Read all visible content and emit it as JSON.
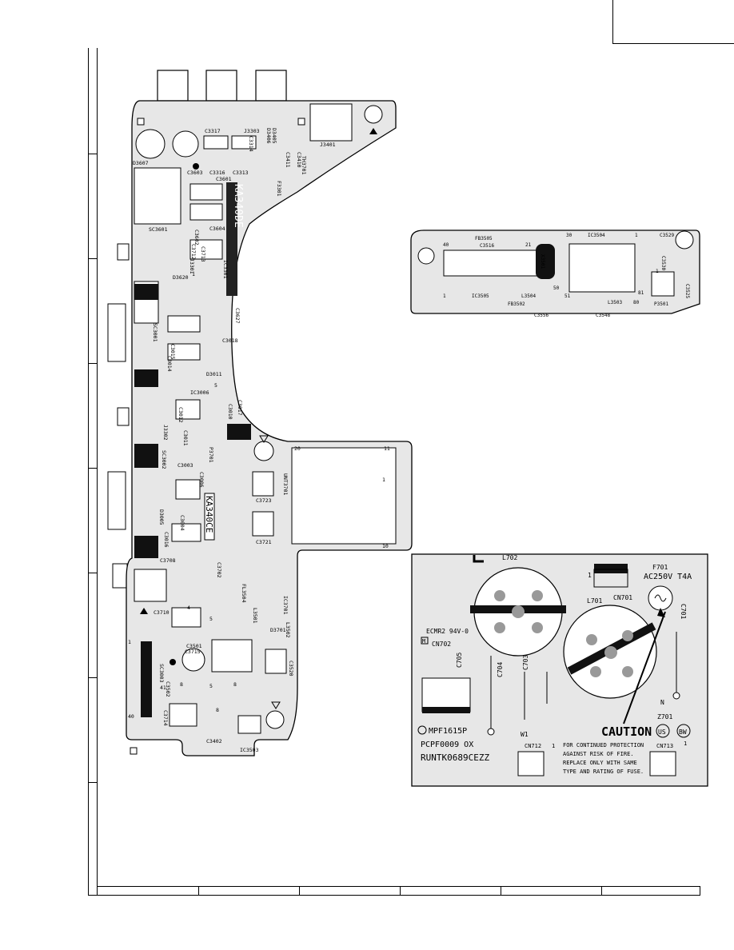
{
  "board_main": {
    "chip_labels": [
      "KA340DE",
      "KA340CE"
    ],
    "labels": [
      "C3317",
      "J3303",
      "C3314",
      "D3405",
      "D3406",
      "C3411",
      "C3410",
      "J3401",
      "TH3701",
      "D3607",
      "C3603",
      "C3316",
      "C3313",
      "C3601",
      "F3301",
      "SC3601",
      "C3604",
      "C3602",
      "C3712",
      "C3713",
      "IC3301",
      "J3301",
      "D3620",
      "C3627",
      "SC3001",
      "C3018",
      "C3015",
      "C3014",
      "D3011",
      "IC3006",
      "C3012",
      "J3302",
      "C3011",
      "C3017",
      "C3010",
      "P3701",
      "C3003",
      "SC3002",
      "C3006",
      "C3004",
      "C3016",
      "D3005",
      "C3708",
      "C3702",
      "C3723",
      "UNT3701",
      "C3721",
      "FL3504",
      "L3501",
      "IC3701",
      "D3701",
      "L3502",
      "C3710",
      "C3715",
      "C3501",
      "SC3003",
      "C3502",
      "C3714",
      "C3520",
      "C3402",
      "IC3503"
    ],
    "pin_numbers": [
      "20",
      "11",
      "1",
      "10",
      "1",
      "40",
      "41",
      "5",
      "4",
      "8",
      "5",
      "8",
      "8",
      "1",
      "5"
    ]
  },
  "board_top_right": {
    "labels": [
      "40",
      "FB3505",
      "C3516",
      "21",
      "IC3504",
      "30",
      "C3529",
      "C3530",
      "C3525",
      "P3501",
      "X3501",
      "1",
      "IC3505",
      "FB3502",
      "L3504",
      "C3556",
      "C3548",
      "L3503",
      "50",
      "51",
      "81",
      "80",
      "1",
      "1"
    ]
  },
  "board_power": {
    "labels": {
      "l702": "L702",
      "l701": "L701",
      "cn701": "CN701",
      "cn701_pin": "1",
      "f701": "F701",
      "fuse_rating": "AC250V T4A",
      "c701": "C701",
      "ecmr": "ECMR2 94V-0",
      "cn702": "CN702",
      "c705": "C705",
      "c704": "C704",
      "c703": "C703",
      "n": "N",
      "z701": "Z701",
      "mpf": "MPF1615P",
      "pcpf": "PCPF0009 OX",
      "runtk": "RUNTK0689CEZZ",
      "w1": "W1",
      "cn712": "CN712",
      "cn712_pin": "1",
      "cn713": "CN713",
      "cn713_pin": "1",
      "caution": "CAUTION",
      "us": "US",
      "bw": "BW",
      "m": "M",
      "warning_1": "FOR CONTINUED PROTECTION",
      "warning_2": "AGAINST RISK OF FIRE.",
      "warning_3": "REPLACE ONLY WITH SAME",
      "warning_4": "TYPE AND RATING OF FUSE."
    }
  }
}
